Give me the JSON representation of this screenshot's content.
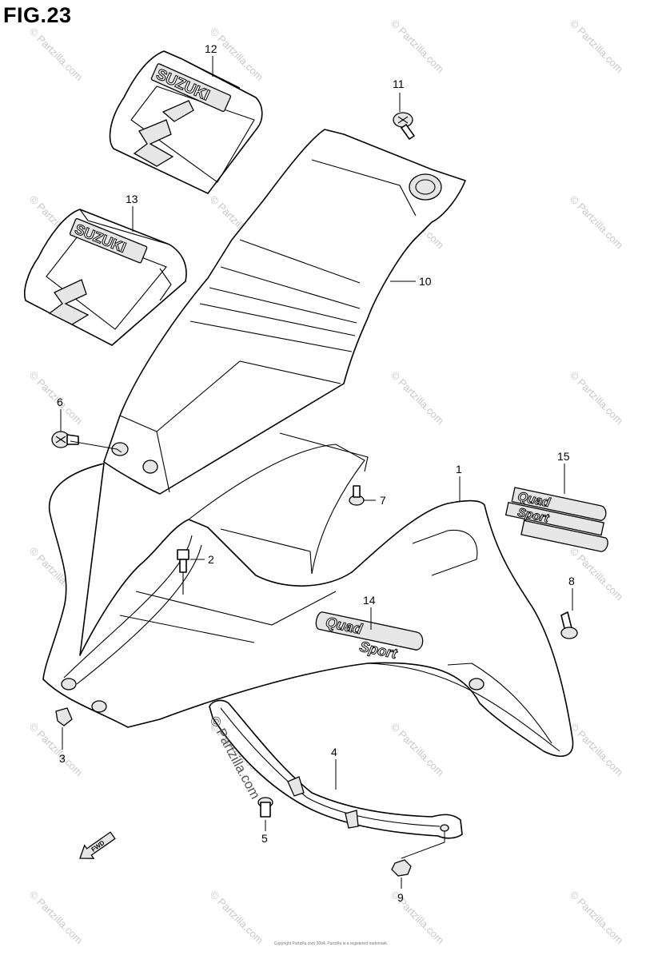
{
  "figure": {
    "title": "FIG.23"
  },
  "decals": {
    "brand": "SUZUKI",
    "model_line1": "Quad",
    "model_line2": "Sport"
  },
  "callouts": [
    {
      "id": "c1",
      "label": "1"
    },
    {
      "id": "c2",
      "label": "2"
    },
    {
      "id": "c3",
      "label": "3"
    },
    {
      "id": "c4",
      "label": "4"
    },
    {
      "id": "c5",
      "label": "5"
    },
    {
      "id": "c6",
      "label": "6"
    },
    {
      "id": "c7",
      "label": "7"
    },
    {
      "id": "c8",
      "label": "8"
    },
    {
      "id": "c9",
      "label": "9"
    },
    {
      "id": "c10",
      "label": "10"
    },
    {
      "id": "c11",
      "label": "11"
    },
    {
      "id": "c12",
      "label": "12"
    },
    {
      "id": "c13",
      "label": "13"
    },
    {
      "id": "c14",
      "label": "14"
    },
    {
      "id": "c15",
      "label": "15"
    }
  ],
  "fwd_label": "FWD",
  "watermark": {
    "text": "© Partzilla.com"
  },
  "footer": {
    "text": "Copyright Partzilla.com 2004. Partzilla is a registered trademark."
  },
  "colors": {
    "line": "#000000",
    "watermark": "#c9c9c9",
    "background": "#ffffff"
  }
}
